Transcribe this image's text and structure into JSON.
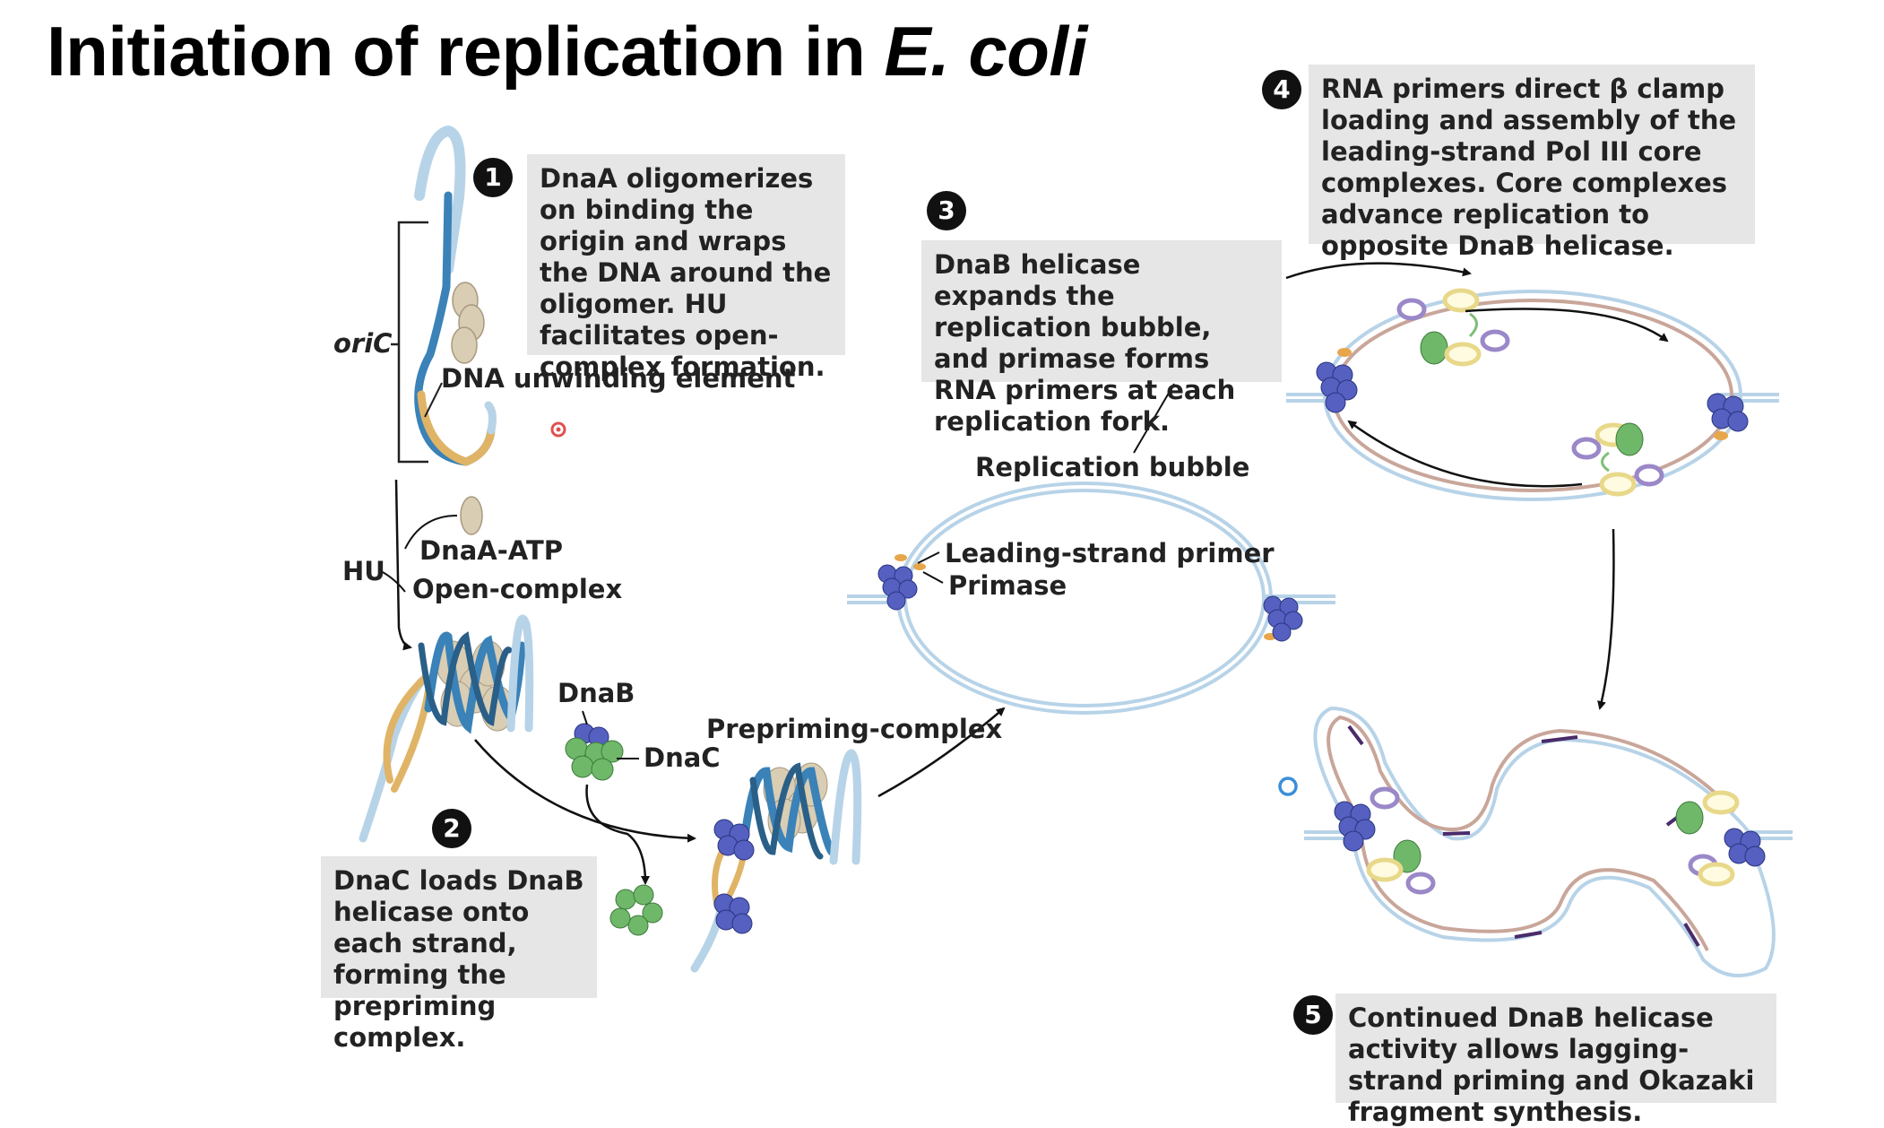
{
  "title": {
    "main": "Initiation of replication in ",
    "species": "E. coli"
  },
  "steps": [
    {
      "number": "1",
      "text": "DnaA oligomerizes on binding the origin and wraps the DNA  around the oligomer. HU facilitates open-complex formation."
    },
    {
      "number": "2",
      "text": "DnaC loads DnaB helicase onto each strand, forming the prepriming complex."
    },
    {
      "number": "3",
      "text": "DnaB helicase expands the replication bubble, and primase forms RNA primers at each replication fork."
    },
    {
      "number": "4",
      "text": "RNA primers direct β clamp loading and assembly of the leading-strand Pol III core complexes. Core complexes advance replication to opposite DnaB helicase."
    },
    {
      "number": "5",
      "text": "Continued DnaB helicase activity allows lagging-strand priming and Okazaki fragment synthesis."
    }
  ],
  "labels": {
    "oric": "oriC",
    "unwinding": "DNA unwinding element",
    "hu": "HU",
    "dnaa_atp": "DnaA-ATP",
    "open_complex": "Open-complex",
    "dnab": "DnaB",
    "dnac": "DnaC",
    "prepriming": "Prepriming-complex",
    "bubble": "Replication bubble",
    "leading_primer": "Leading-strand primer",
    "primase": "Primase"
  },
  "colors": {
    "dna_blue": "#3a82b8",
    "dna_light": "#b7d3e8",
    "dna_tan": "#e0b466",
    "dnaa": "#d9cdb4",
    "dnab": "#5560c0",
    "dnac": "#6fb86a",
    "primer": "#e8a64a",
    "lagging": "#c9a69a",
    "box_bg": "#e6e6e6"
  }
}
